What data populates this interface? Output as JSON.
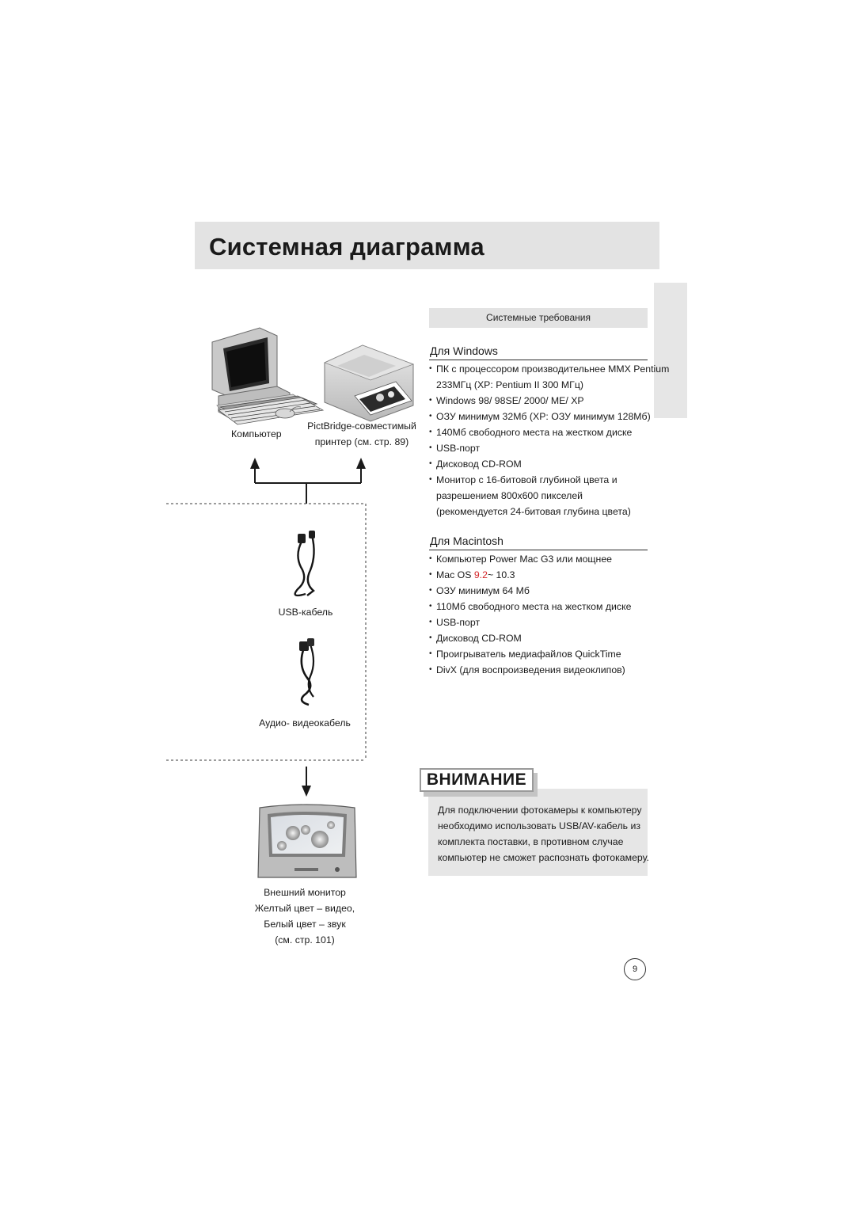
{
  "page": {
    "title": "Системная диаграмма",
    "number": "9"
  },
  "diagram": {
    "computer_label": "Компьютер",
    "printer_label_line1": "PictBridge-совместимый",
    "printer_label_line2": "принтер (см. стр. 89)",
    "usb_cable_label": "USB-кабель",
    "av_cable_label": "Аудио- видеокабель",
    "monitor_label_lines": [
      "Внешний монитор",
      "Желтый цвет – видео,",
      "Белый цвет – звук",
      "(см. стр. 101)"
    ]
  },
  "requirements": {
    "header": "Системные требования",
    "windows": {
      "title": "Для Windows",
      "items": [
        "ПК с процессором производительнее MMX Pentium",
        "233МГц (XP: Pentium II 300 МГц)",
        "Windows 98/ 98SE/ 2000/ ME/ XP",
        "ОЗУ минимум 32Мб (XP: ОЗУ минимум 128Мб)",
        "140Мб свободного места на жестком диске",
        "USB-порт",
        "Дисковод CD-ROM",
        "Монитор с 16-битовой глубиной цвета и",
        "разрешением 800x600 пикселей",
        "(рекомендуется 24-битовая глубина цвета)"
      ]
    },
    "mac": {
      "title": "Для Macintosh",
      "item1": "Компьютер Power Mac G3 или мощнее",
      "macos_prefix": "Mac OS ",
      "macos_red": "9.2",
      "macos_suffix": "~ 10.3",
      "items": [
        "ОЗУ минимум 64 Мб",
        "110Мб свободного места на жестком диске",
        "USB-порт",
        "Дисковод CD-ROM",
        "Проигрыватель медиафайлов QuickTime",
        "DivX (для воспроизведения видеоклипов)"
      ]
    }
  },
  "caution": {
    "title": "ВНИМАНИЕ",
    "lines": [
      "Для подключении фотокамеры к компьютеру",
      "необходимо использовать USB/AV-кабель из",
      "комплекта поставки, в противном случае",
      "компьютер не сможет распознать фотокамеру."
    ]
  }
}
